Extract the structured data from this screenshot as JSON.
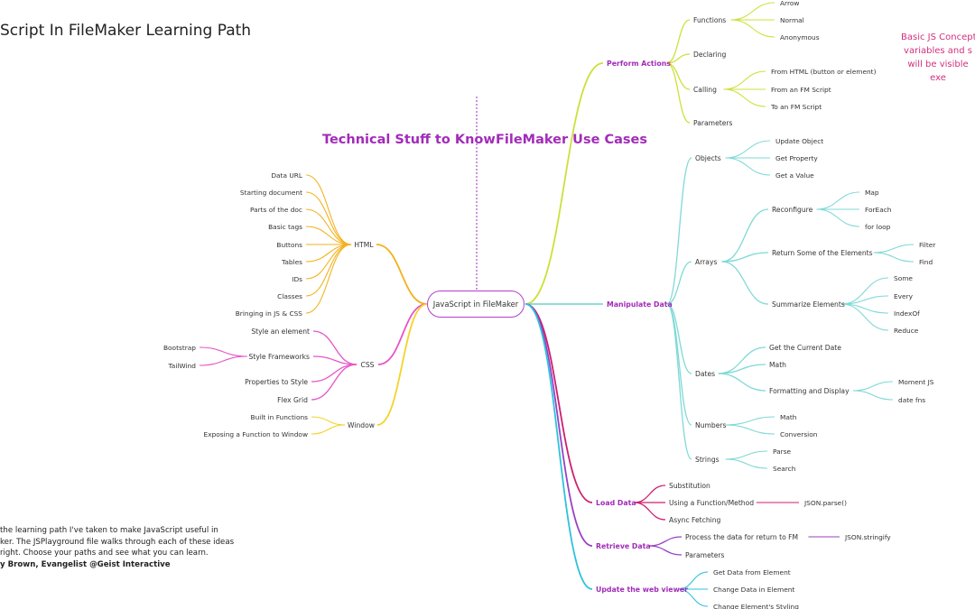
{
  "title": "Script In FileMaker Learning Path",
  "headings": {
    "left": "Technical Stuff to Know",
    "right": "FileMaker Use Cases"
  },
  "center": "JavaScript in FileMaker",
  "note": [
    "Basic JS Concept",
    "variables and s",
    "will be visible",
    "exe"
  ],
  "intro": [
    "the learning path I've taken to make JavaScript useful in",
    "ker. The JSPlayground file walks through each of these ideas",
    "right. Choose your paths and see what you can learn.",
    "y Brown, Evangelist @Geist Interactive"
  ],
  "colors": {
    "html": "#f2b21f",
    "css": "#e655c8",
    "window": "#f3d32a",
    "perform": "#cde03a",
    "manipulate": "#7fd9d6",
    "load": "#cc1f6e",
    "retrieve": "#9742c6",
    "update": "#2fc2dc",
    "heading": "#a22bb8",
    "main_label": "#a22bb8"
  },
  "left": [
    {
      "label": "HTML",
      "color": "html",
      "children": [
        "Data URL",
        "Starting document",
        "Parts of the doc",
        "Basic tags",
        "Buttons",
        "Tables",
        "IDs",
        "Classes",
        "Bringing in JS & CSS"
      ]
    },
    {
      "label": "CSS",
      "color": "css",
      "children": [
        {
          "label": "Style an element"
        },
        {
          "label": "Style Frameworks",
          "children": [
            "Bootstrap",
            "TailWind"
          ]
        },
        {
          "label": "Properties to Style"
        },
        {
          "label": "Flex Grid"
        }
      ]
    },
    {
      "label": "Window",
      "color": "window",
      "children": [
        "Built in Functions",
        "Exposing a Function to Window"
      ]
    }
  ],
  "right": [
    {
      "label": "Perform Actions",
      "color": "perform",
      "children": [
        {
          "label": "Functions",
          "children": [
            "Arrow",
            "Normal",
            "Anonymous"
          ]
        },
        {
          "label": "Declaring"
        },
        {
          "label": "Calling",
          "children": [
            "From HTML (button or element)",
            "From an FM Script",
            "To an FM Script"
          ]
        },
        {
          "label": "Parameters"
        }
      ]
    },
    {
      "label": "Manipulate Data",
      "color": "manipulate",
      "children": [
        {
          "label": "Objects",
          "children": [
            "Update Object",
            "Get Property",
            "Get a Value"
          ]
        },
        {
          "label": "Arrays",
          "children": [
            {
              "label": "Reconfigure",
              "children": [
                "Map",
                "ForEach",
                "for loop"
              ]
            },
            {
              "label": "Return Some of the Elements",
              "children": [
                "Filter",
                "Find"
              ]
            },
            {
              "label": "Summarize Elements",
              "children": [
                "Some",
                "Every",
                "IndexOf",
                "Reduce"
              ]
            }
          ]
        },
        {
          "label": "Dates",
          "children": [
            {
              "label": "Get the Current Date"
            },
            {
              "label": "Math"
            },
            {
              "label": "Formatting and Display",
              "children": [
                "Moment JS",
                "date fns"
              ]
            }
          ]
        },
        {
          "label": "Numbers",
          "children": [
            "Math",
            "Conversion"
          ]
        },
        {
          "label": "Strings",
          "children": [
            "Parse",
            "Search"
          ]
        }
      ]
    },
    {
      "label": "Load Data",
      "color": "load",
      "children": [
        {
          "label": "Substitution"
        },
        {
          "label": "Using a Function/Method",
          "children": [
            "JSON.parse()"
          ]
        },
        {
          "label": "Async Fetching"
        }
      ]
    },
    {
      "label": "Retrieve Data",
      "color": "retrieve",
      "children": [
        {
          "label": "Process the data for return to FM",
          "children": [
            "JSON.stringify"
          ]
        },
        {
          "label": "Parameters"
        }
      ]
    },
    {
      "label": "Update the web viewer",
      "color": "update",
      "children": [
        "Get Data from Element",
        "Change Data in Element",
        "Change Element's Styling"
      ]
    }
  ]
}
